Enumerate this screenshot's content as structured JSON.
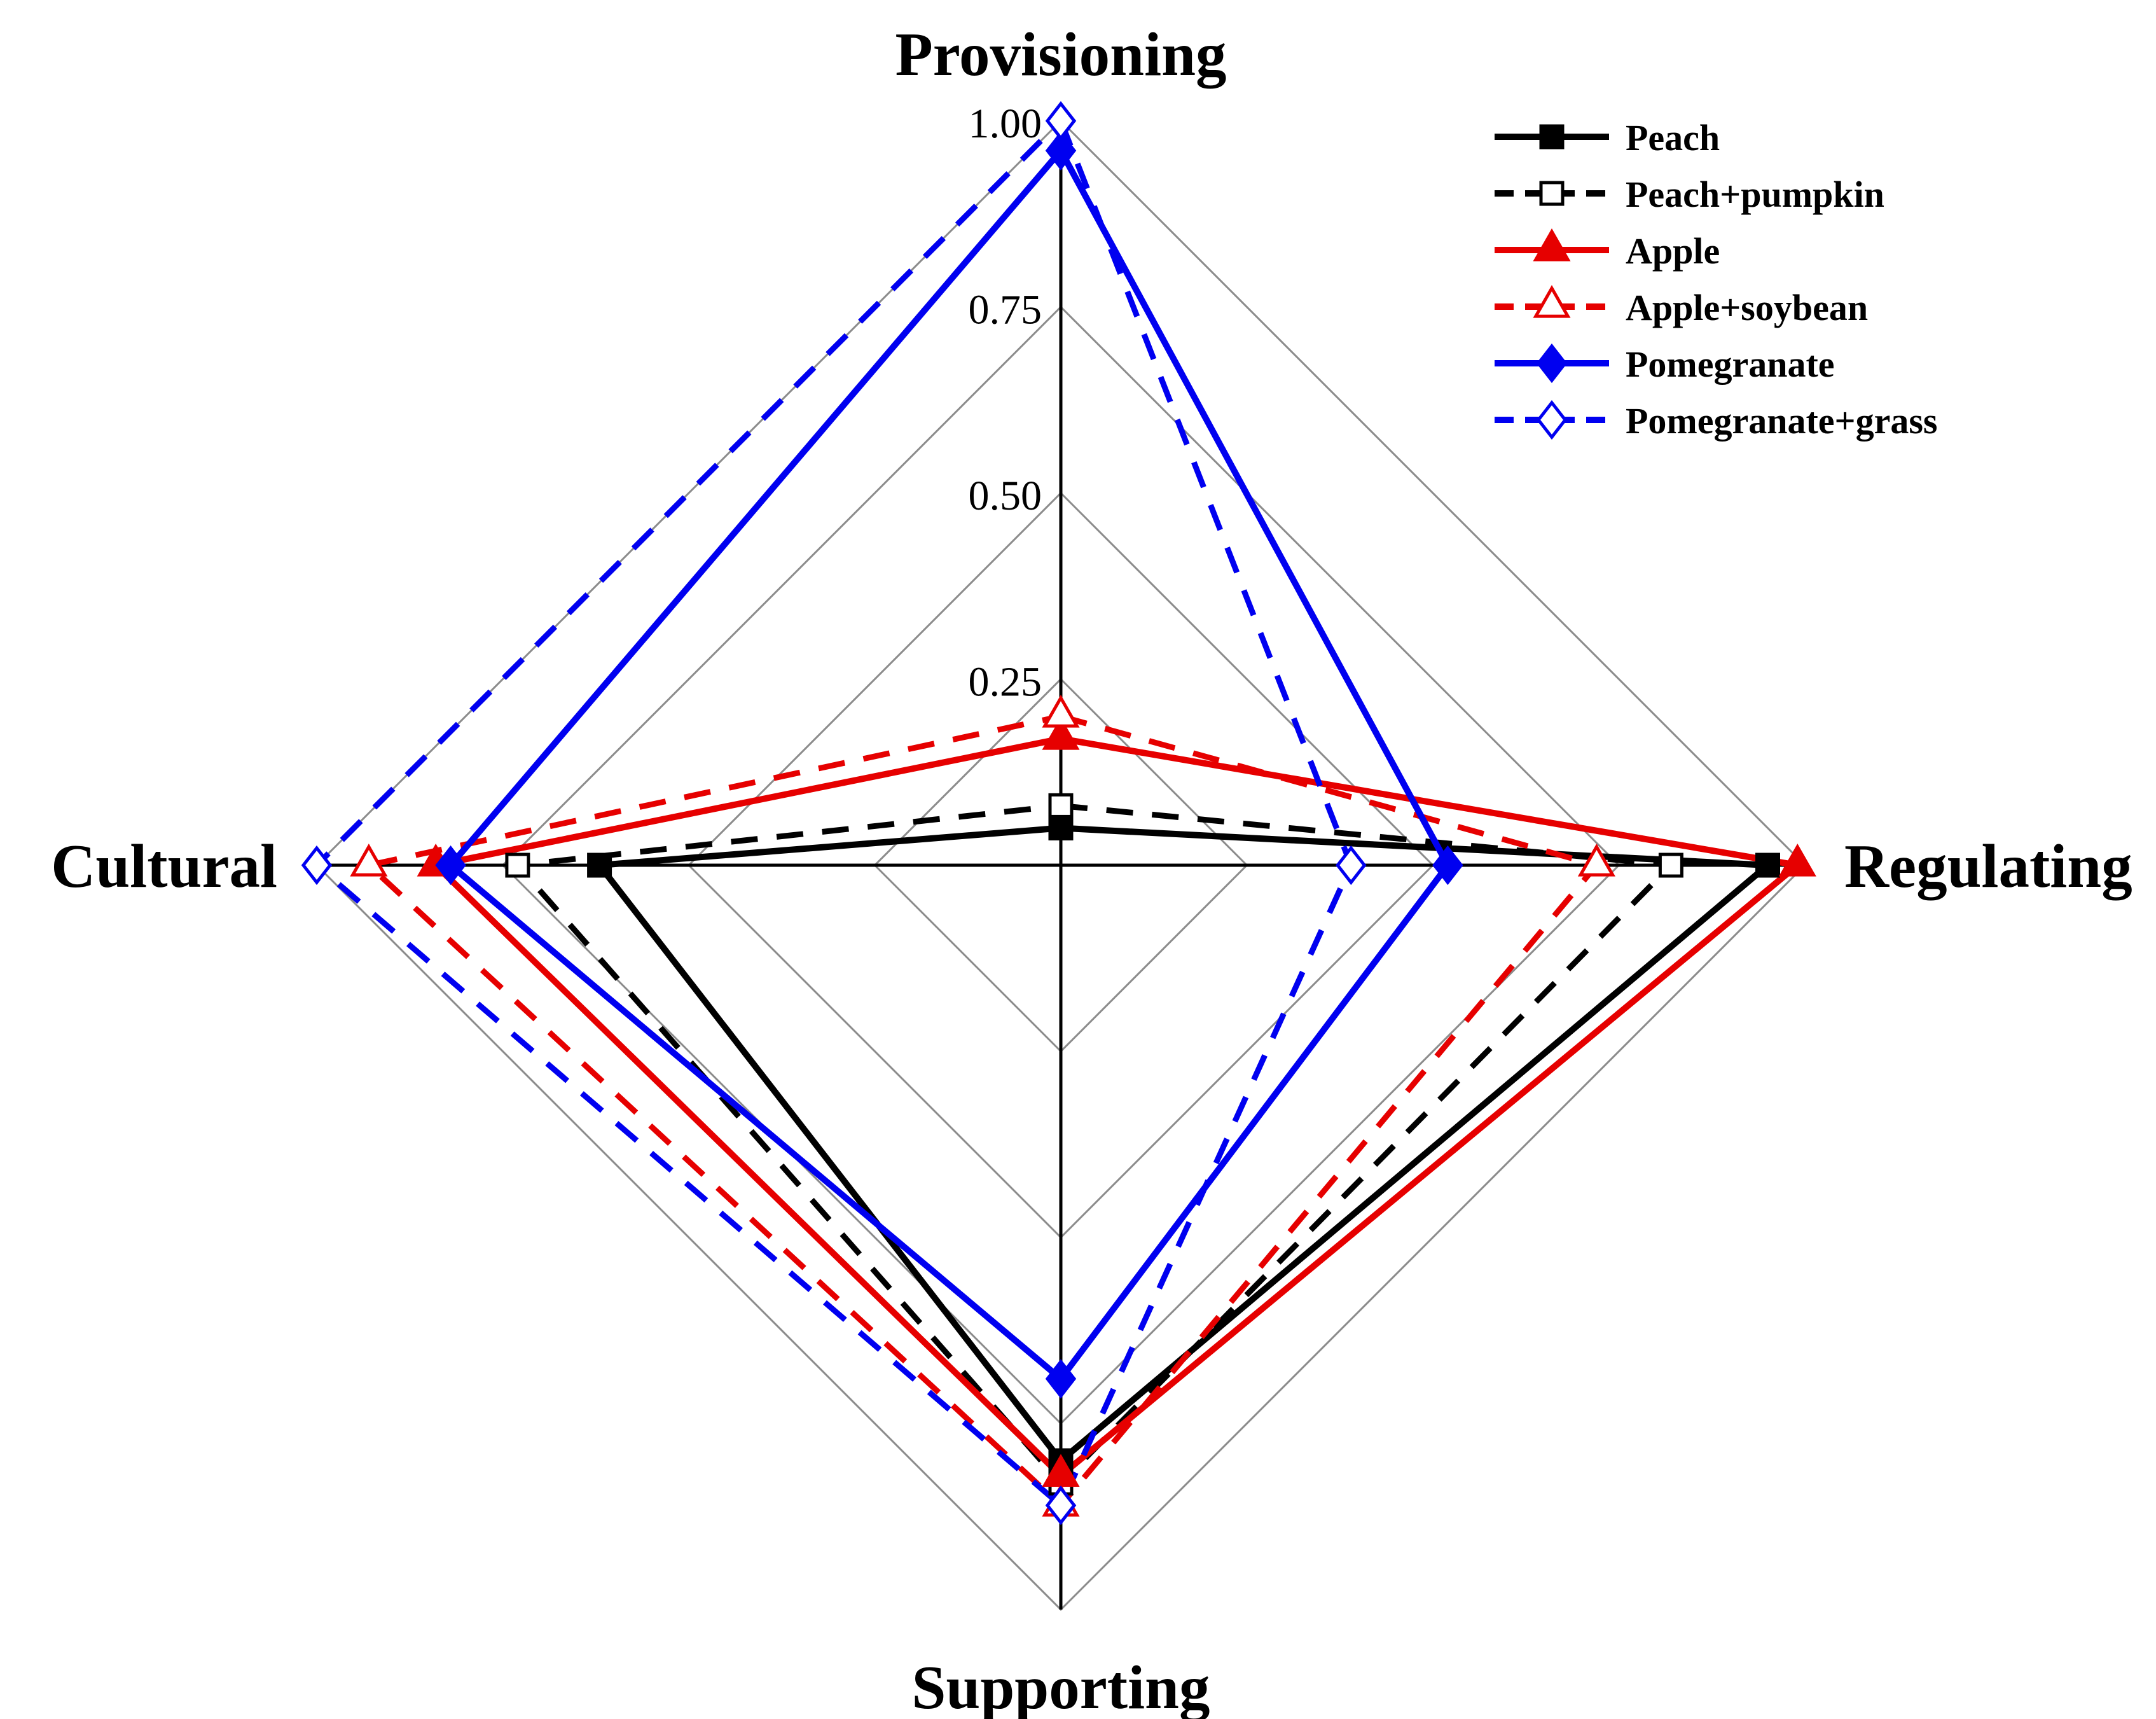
{
  "background": "#ffffff",
  "chart_data": {
    "type": "radar",
    "categories": [
      "Provisioning",
      "Regulating",
      "Supporting",
      "Cultural"
    ],
    "axis_range": [
      0,
      1.0
    ],
    "ticks": [
      0.25,
      0.5,
      0.75,
      1.0
    ],
    "tick_labels": [
      "0.25",
      "0.50",
      "0.75",
      "1.00"
    ],
    "grid": "on",
    "grid_color": "#8c8c8c",
    "axis_color": "#000000",
    "legend_position": "top-right",
    "series": [
      {
        "name": "Peach",
        "color": "#000000",
        "line": "solid",
        "marker": "square",
        "marker_fill": "filled",
        "values": [
          0.05,
          0.95,
          0.8,
          0.62
        ]
      },
      {
        "name": "Peach+pumpkin",
        "color": "#000000",
        "line": "dashed",
        "marker": "square",
        "marker_fill": "open",
        "values": [
          0.08,
          0.82,
          0.83,
          0.73
        ]
      },
      {
        "name": "Apple",
        "color": "#e60000",
        "line": "solid",
        "marker": "triangle",
        "marker_fill": "filled",
        "values": [
          0.17,
          0.99,
          0.82,
          0.84
        ]
      },
      {
        "name": "Apple+soybean",
        "color": "#e60000",
        "line": "dashed",
        "marker": "triangle",
        "marker_fill": "open",
        "values": [
          0.2,
          0.72,
          0.86,
          0.93
        ]
      },
      {
        "name": "Pomegranate",
        "color": "#0000f0",
        "line": "solid",
        "marker": "diamond",
        "marker_fill": "filled",
        "values": [
          0.96,
          0.52,
          0.69,
          0.82
        ]
      },
      {
        "name": "Pomegranate+grass",
        "color": "#0000f0",
        "line": "dashed",
        "marker": "diamond",
        "marker_fill": "open",
        "values": [
          1.0,
          0.39,
          0.86,
          1.0
        ]
      }
    ]
  }
}
